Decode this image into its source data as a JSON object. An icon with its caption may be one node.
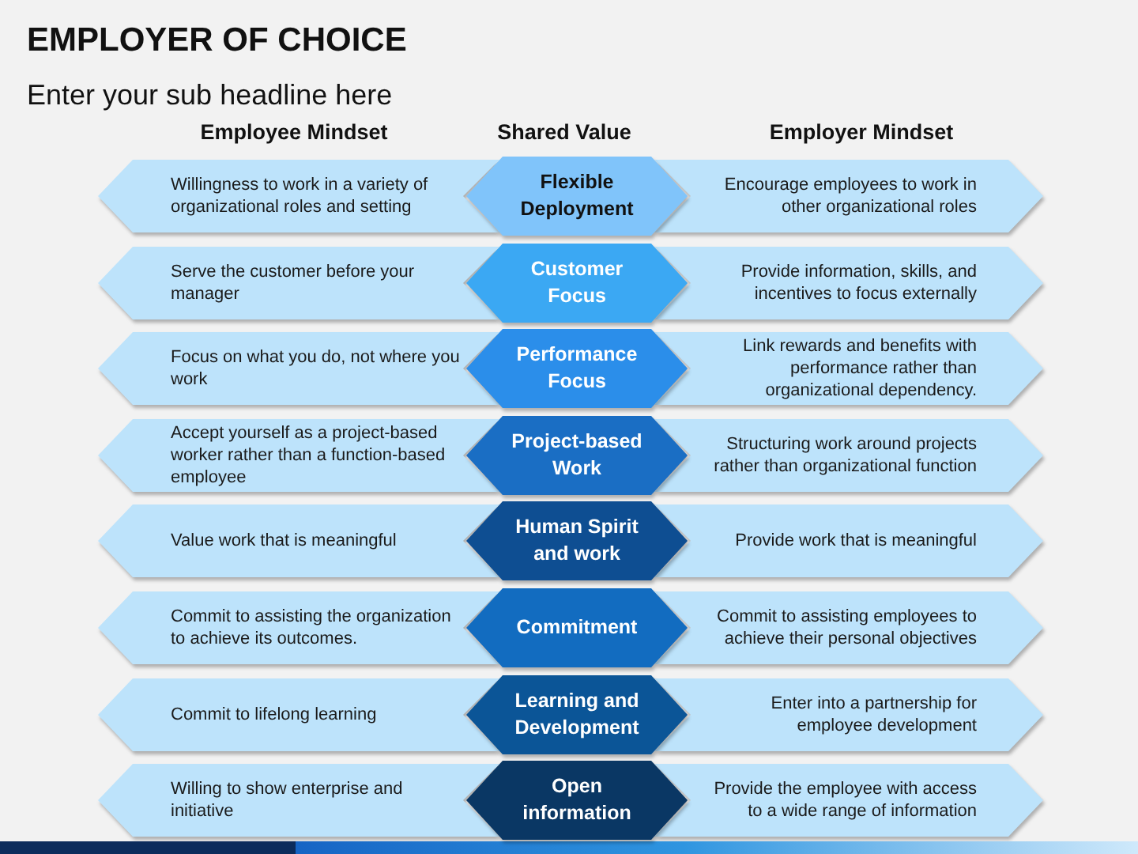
{
  "diagram": {
    "title": "EMPLOYER OF CHOICE",
    "nodes": [
      {
        "text": [
          "Willingness to work in a variety of organizational roles and setting"
        ]
      },
      {
        "text": [
          "Flexible Deployment"
        ]
      },
      {
        "text": [
          "Encourage employees to work in other organizational roles"
        ]
      },
      {
        "text": [
          "Serve the customer before your manager"
        ]
      },
      {
        "text": [
          "Customer Focus"
        ]
      },
      {
        "text": [
          "Provide information, skills, and incentives to focus externally"
        ]
      },
      {
        "text": [
          "Focus on what you do, not where you work"
        ]
      },
      {
        "text": [
          "Performance Focus"
        ]
      },
      {
        "text": [
          "Link rewards and benefits with performance rather than organizational dependency."
        ]
      },
      {
        "text": [
          "Accept yourself as a project-based worker rather than a function-based employee"
        ]
      },
      {
        "text": [
          "Project-based Work"
        ]
      },
      {
        "text": [
          "Structuring work around projects rather than organizational function"
        ]
      },
      {
        "text": [
          "Value work that is meaningful"
        ]
      },
      {
        "text": [
          "Human Spirit and work"
        ]
      },
      {
        "text": [
          "Provide work that is meaningful"
        ]
      },
      {
        "text": [
          "Commit to assisting the organization to achieve its outcomes."
        ]
      },
      {
        "text": [
          "Commitment"
        ]
      },
      {
        "text": [
          "Commit to assisting employees to achieve their personal objectives"
        ]
      },
      {
        "text": [
          "Commit to lifelong learning"
        ]
      },
      {
        "text": [
          "Learning and Development"
        ]
      },
      {
        "text": [
          "Enter into a partnership for employee development"
        ]
      },
      {
        "text": [
          "Willing to show enterprise and initiative"
        ]
      },
      {
        "text": [
          "Open information"
        ]
      },
      {
        "text": [
          "Provide the employee with access to a wide range of information"
        ]
      }
    ],
    "labels": [
      "Enter your sub headline here",
      "Employee Mindset",
      "Shared Value",
      "Employer Mindset"
    ]
  }
}
